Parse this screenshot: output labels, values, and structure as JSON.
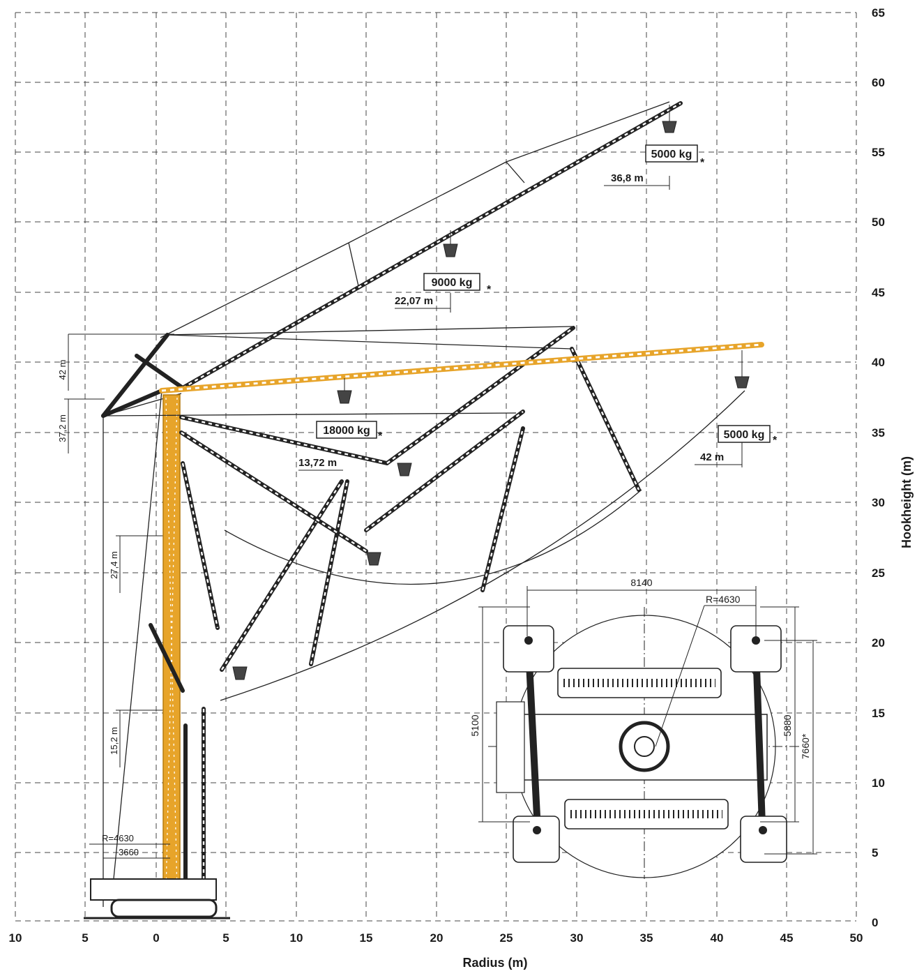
{
  "axes": {
    "x_title": "Radius (m)",
    "y_title": "Hookheight (m)",
    "x_ticks": [
      "10",
      "5",
      "0",
      "5",
      "10",
      "15",
      "20",
      "25",
      "30",
      "35",
      "40",
      "45",
      "50"
    ],
    "y_ticks": [
      "65",
      "60",
      "55",
      "50",
      "45",
      "40",
      "35",
      "30",
      "25",
      "20",
      "15",
      "10",
      "5",
      "0"
    ]
  },
  "loads": {
    "tip_high": {
      "label": "5000 kg",
      "radius": "36,8 m",
      "star": "*"
    },
    "mid_high": {
      "label": "9000 kg",
      "radius": "22,07 m",
      "star": "*"
    },
    "max": {
      "label": "18000 kg",
      "radius": "13,72 m",
      "star": "*"
    },
    "tip_horizontal": {
      "label": "5000 kg",
      "radius": "42 m",
      "star": "*"
    }
  },
  "heights": {
    "h42": "42 m",
    "h37": "37,2 m",
    "h27": "27,4 m",
    "h15": "15,2 m"
  },
  "base_dims": {
    "r": "R=4630",
    "w": "3660"
  },
  "plan": {
    "width": "8140",
    "radius": "R=4630",
    "left_height": "5100",
    "right_height_a": "5880",
    "right_height_b": "7660*"
  },
  "colors": {
    "mast": "#e7a42a",
    "steel": "#222222",
    "grid": "#444444"
  }
}
